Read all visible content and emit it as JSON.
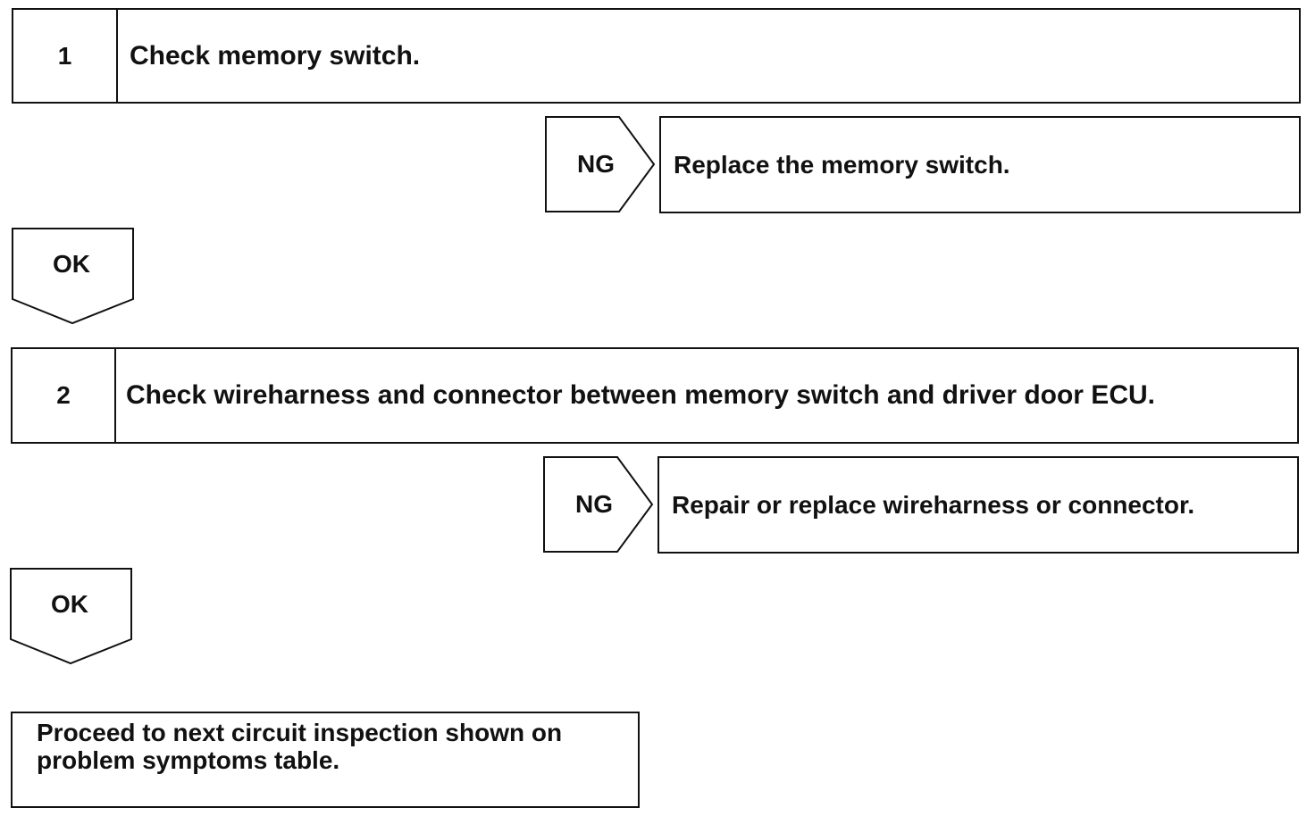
{
  "steps": [
    {
      "number": "1",
      "text": "Check memory switch.",
      "ng_label": "NG",
      "ng_action": "Replace the memory switch.",
      "ok_label": "OK"
    },
    {
      "number": "2",
      "text": "Check wireharness and connector between memory switch and driver door ECU.",
      "ng_label": "NG",
      "ng_action": "Repair or replace wireharness or connector.",
      "ok_label": "OK"
    }
  ],
  "final": {
    "line1": "Proceed to next circuit inspection shown on",
    "line2": "problem symptoms table."
  }
}
